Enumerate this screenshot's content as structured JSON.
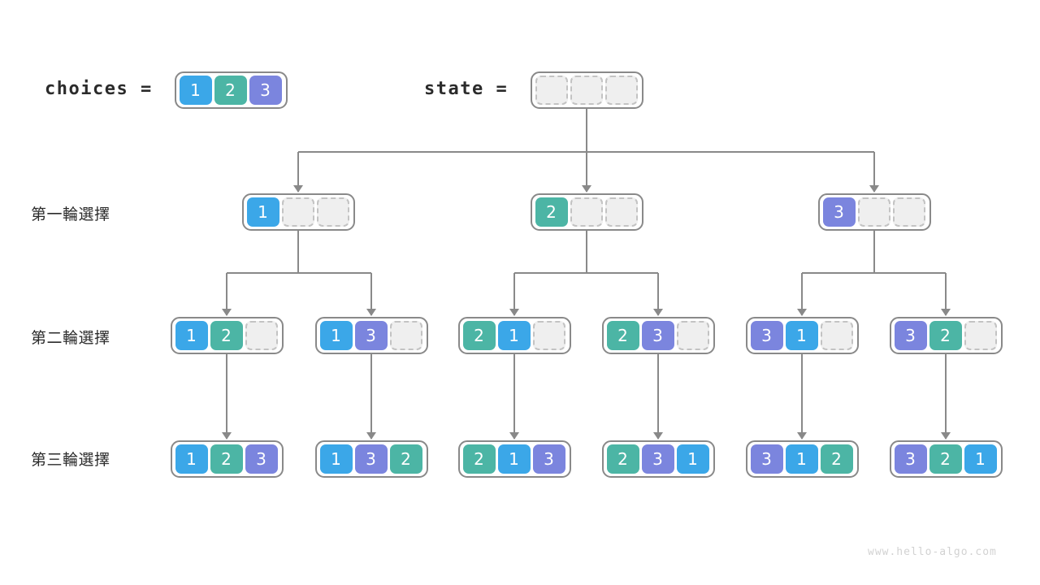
{
  "header": {
    "choices_label": "choices =",
    "state_label": "state ="
  },
  "row_labels": {
    "round1": "第一輪選擇",
    "round2": "第二輪選擇",
    "round3": "第三輪選擇"
  },
  "watermark": "www.hello-algo.com",
  "colors": {
    "blue": "#3BA7E8",
    "teal": "#4CB5A5",
    "purple": "#7B85DE",
    "empty_fill": "#efefef",
    "empty_border": "#c3c3c3",
    "node_border": "#898989",
    "line": "#898989",
    "text": "#2b2b2b",
    "watermark": "#d2d2d2"
  },
  "chart_data": {
    "type": "diagram",
    "title": "Permutation backtracking decision tree",
    "choices": [
      {
        "value": "1",
        "color": "blue"
      },
      {
        "value": "2",
        "color": "teal"
      },
      {
        "value": "3",
        "color": "purple"
      }
    ],
    "state": [
      {
        "value": "",
        "color": "empty"
      },
      {
        "value": "",
        "color": "empty"
      },
      {
        "value": "",
        "color": "empty"
      }
    ],
    "levels": [
      {
        "label": "第一輪選擇",
        "nodes": [
          {
            "cells": [
              {
                "value": "1",
                "color": "blue"
              },
              {
                "value": "",
                "color": "empty"
              },
              {
                "value": "",
                "color": "empty"
              }
            ]
          },
          {
            "cells": [
              {
                "value": "2",
                "color": "teal"
              },
              {
                "value": "",
                "color": "empty"
              },
              {
                "value": "",
                "color": "empty"
              }
            ]
          },
          {
            "cells": [
              {
                "value": "3",
                "color": "purple"
              },
              {
                "value": "",
                "color": "empty"
              },
              {
                "value": "",
                "color": "empty"
              }
            ]
          }
        ]
      },
      {
        "label": "第二輪選擇",
        "nodes": [
          {
            "cells": [
              {
                "value": "1",
                "color": "blue"
              },
              {
                "value": "2",
                "color": "teal"
              },
              {
                "value": "",
                "color": "empty"
              }
            ]
          },
          {
            "cells": [
              {
                "value": "1",
                "color": "blue"
              },
              {
                "value": "3",
                "color": "purple"
              },
              {
                "value": "",
                "color": "empty"
              }
            ]
          },
          {
            "cells": [
              {
                "value": "2",
                "color": "teal"
              },
              {
                "value": "1",
                "color": "blue"
              },
              {
                "value": "",
                "color": "empty"
              }
            ]
          },
          {
            "cells": [
              {
                "value": "2",
                "color": "teal"
              },
              {
                "value": "3",
                "color": "purple"
              },
              {
                "value": "",
                "color": "empty"
              }
            ]
          },
          {
            "cells": [
              {
                "value": "3",
                "color": "purple"
              },
              {
                "value": "1",
                "color": "blue"
              },
              {
                "value": "",
                "color": "empty"
              }
            ]
          },
          {
            "cells": [
              {
                "value": "3",
                "color": "purple"
              },
              {
                "value": "2",
                "color": "teal"
              },
              {
                "value": "",
                "color": "empty"
              }
            ]
          }
        ]
      },
      {
        "label": "第三輪選擇",
        "nodes": [
          {
            "cells": [
              {
                "value": "1",
                "color": "blue"
              },
              {
                "value": "2",
                "color": "teal"
              },
              {
                "value": "3",
                "color": "purple"
              }
            ]
          },
          {
            "cells": [
              {
                "value": "1",
                "color": "blue"
              },
              {
                "value": "3",
                "color": "purple"
              },
              {
                "value": "2",
                "color": "teal"
              }
            ]
          },
          {
            "cells": [
              {
                "value": "2",
                "color": "teal"
              },
              {
                "value": "1",
                "color": "blue"
              },
              {
                "value": "3",
                "color": "purple"
              }
            ]
          },
          {
            "cells": [
              {
                "value": "2",
                "color": "teal"
              },
              {
                "value": "3",
                "color": "purple"
              },
              {
                "value": "1",
                "color": "blue"
              }
            ]
          },
          {
            "cells": [
              {
                "value": "3",
                "color": "purple"
              },
              {
                "value": "1",
                "color": "blue"
              },
              {
                "value": "2",
                "color": "teal"
              }
            ]
          },
          {
            "cells": [
              {
                "value": "3",
                "color": "purple"
              },
              {
                "value": "2",
                "color": "teal"
              },
              {
                "value": "1",
                "color": "blue"
              }
            ]
          }
        ]
      }
    ]
  }
}
